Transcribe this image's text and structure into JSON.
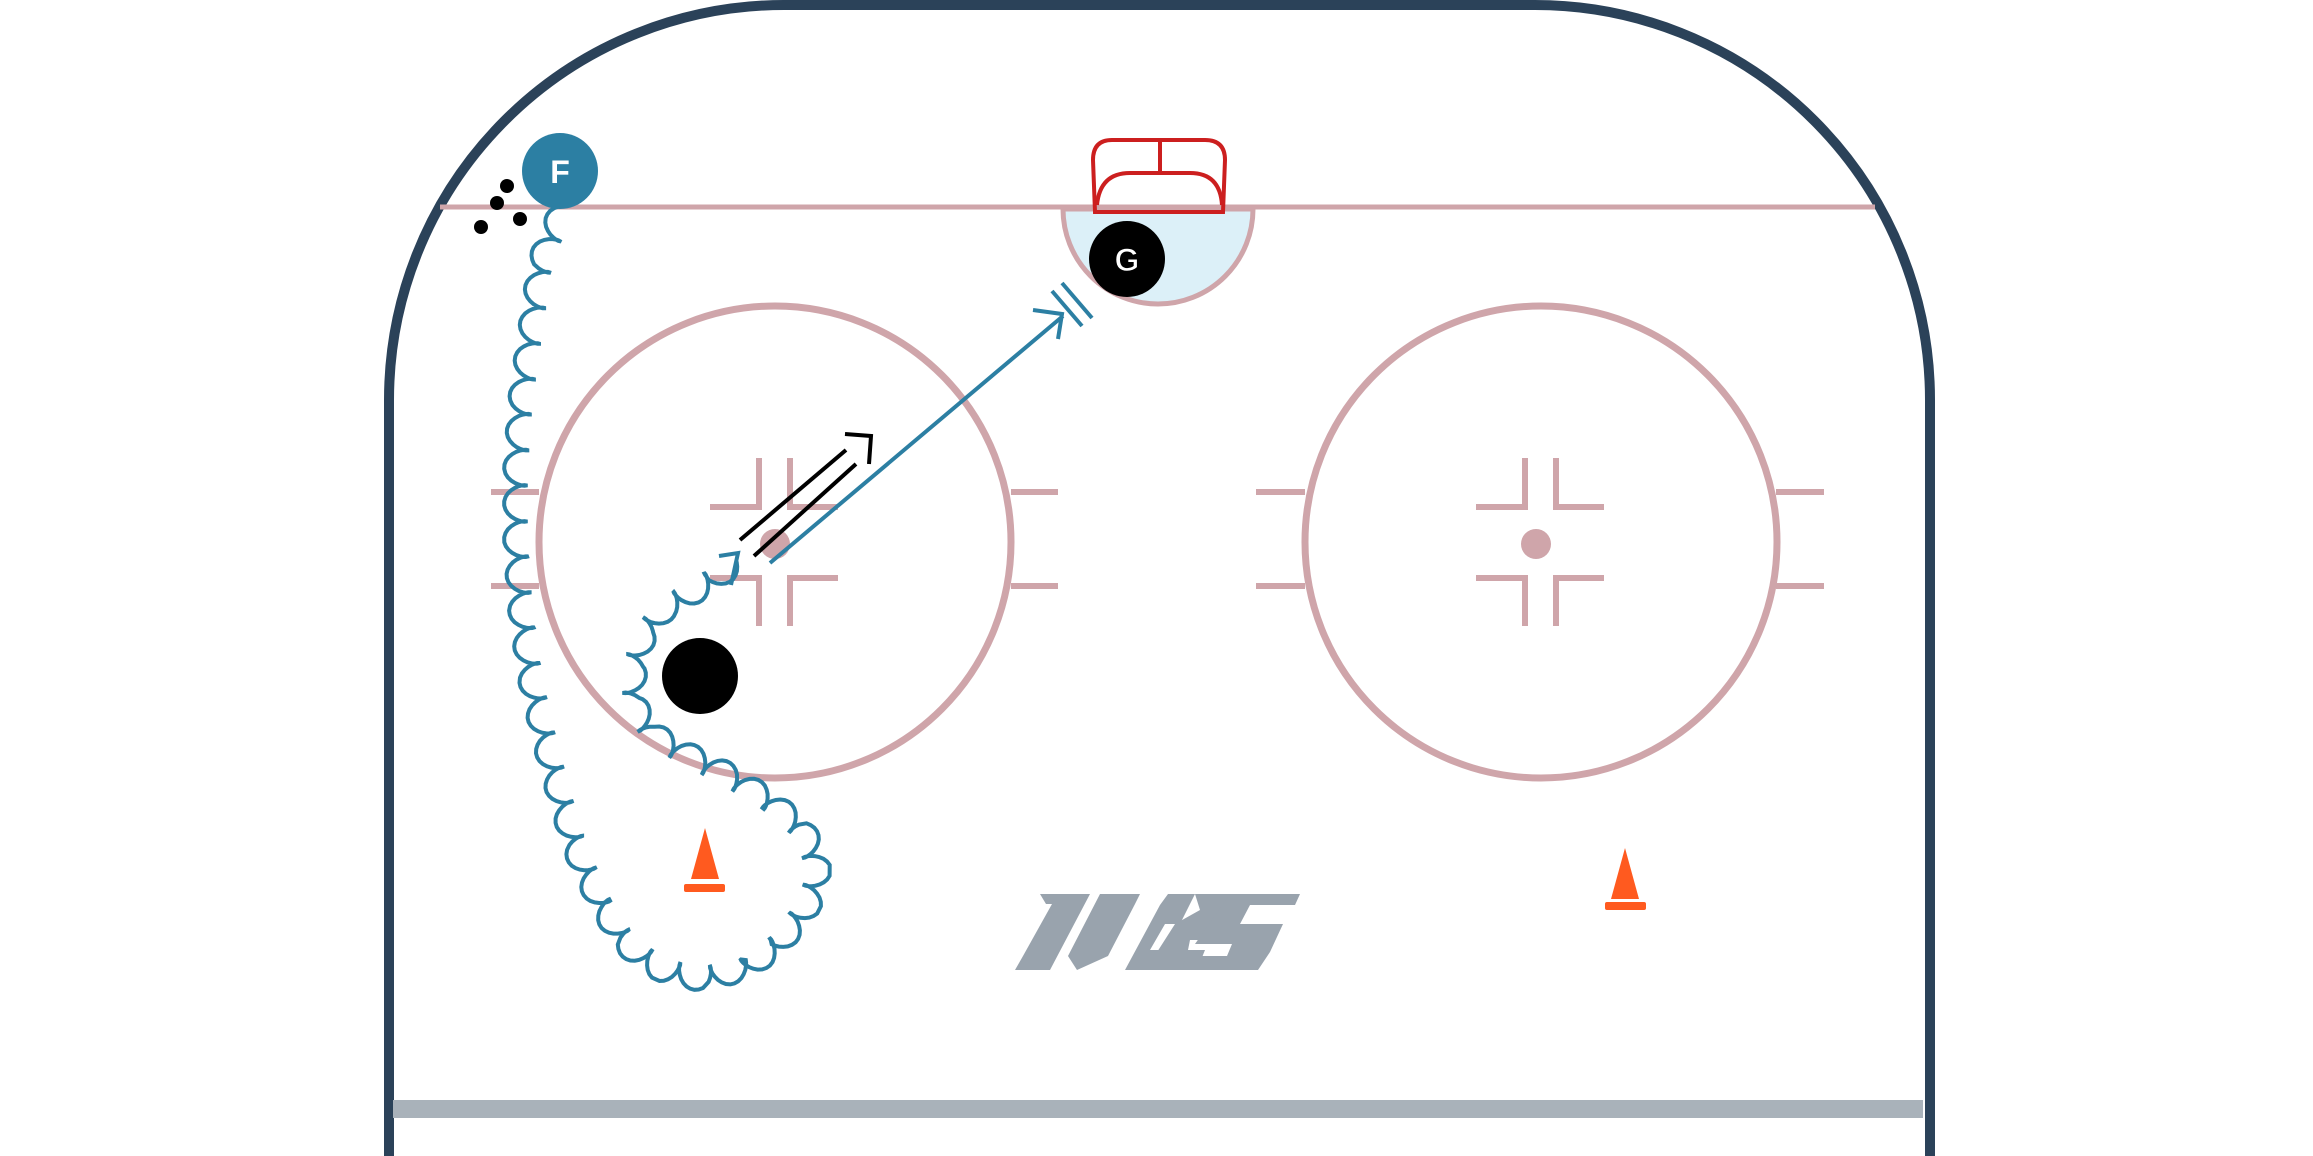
{
  "rink": {
    "colors": {
      "boards": "#2b4259",
      "lines": "#cfa5aa",
      "goal_frame": "#cc1f1f",
      "crease_fill": "#dcf0f8",
      "path": "#2c7fa3",
      "player_f": "#2c7fa3",
      "player_g": "#000000",
      "puck": "#000000",
      "cone": "#ff5a1f",
      "logo": "#99a3ad",
      "bottom_line": "#a9b2ba"
    }
  },
  "players": {
    "forward": {
      "label": "F",
      "icon": "player-circle"
    },
    "goalie": {
      "label": "G",
      "icon": "player-circle"
    }
  },
  "logo": {
    "text": "IHS"
  },
  "icons": {
    "cone": "cone-icon",
    "puck": "puck-icon",
    "net": "goal-net-icon",
    "pucks_group": "pucks-icon"
  }
}
